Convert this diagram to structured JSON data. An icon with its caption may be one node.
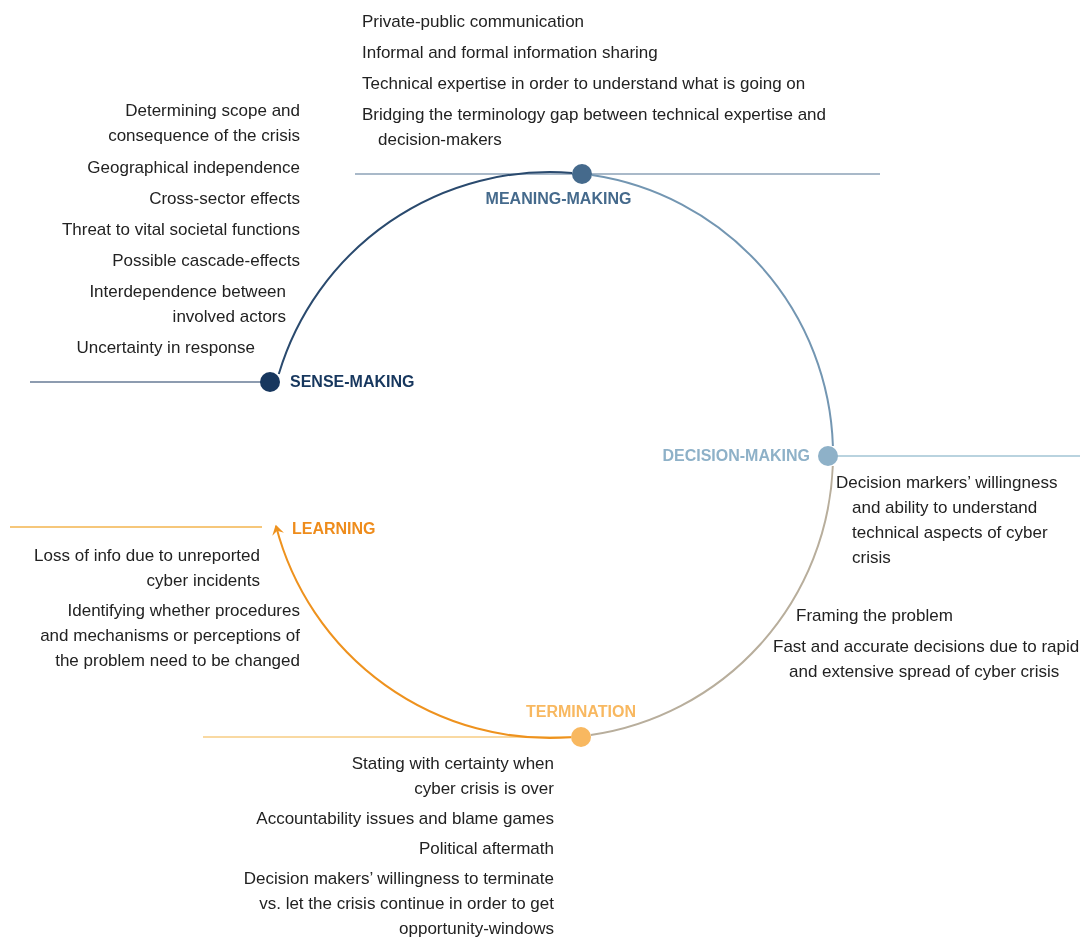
{
  "diagram": {
    "nodes": [
      {
        "text": [
          "MEANING-MAKING"
        ],
        "beside": [
          "Private-public communication",
          "Informal and formal information sharing",
          "Technical expertise in order to understand what is going on",
          "Bridging the terminology gap between technical expertise and decision-makers"
        ]
      },
      {
        "text": [
          "SENSE-MAKING"
        ],
        "beside": [
          "Determining scope and consequence of the crisis",
          "Geographical independence",
          "Cross-sector effects",
          "Threat to vital societal functions",
          "Possible cascade-effects",
          "Interdependence between involved actors",
          "Uncertainty in response"
        ]
      },
      {
        "text": [
          "DECISION-MAKING"
        ],
        "beside": [
          "Decision markers’ willingness and ability to understand technical aspects of cyber crisis",
          "Framing the problem",
          "Fast and accurate decisions due to rapid and extensive spread of cyber crisis"
        ]
      },
      {
        "text": [
          "LEARNING"
        ],
        "beside": [
          "Loss of info due to unreported cyber incidents",
          "Identifying whether procedures and mechanisms or perceptions of the problem need to be changed"
        ]
      },
      {
        "text": [
          "TERMINATION"
        ],
        "beside": [
          "Stating with certainty when cyber crisis is over",
          "Accountability issues and blame games",
          "Political aftermath",
          "Decision makers’ willingness to terminate vs. let the crisis continue in order to get opportunity-windows"
        ]
      }
    ],
    "edges": [
      {
        "from": 1,
        "to": 0,
        "arrow": "none",
        "color": "#2a4a6e"
      },
      {
        "from": 0,
        "to": 2,
        "arrow": "none",
        "color": "#7396b2"
      },
      {
        "from": 2,
        "to": 4,
        "arrow": "none",
        "color": "#b8ae9c"
      },
      {
        "from": 4,
        "to": 3,
        "arrow": "to",
        "color": "#ee921e"
      }
    ]
  }
}
